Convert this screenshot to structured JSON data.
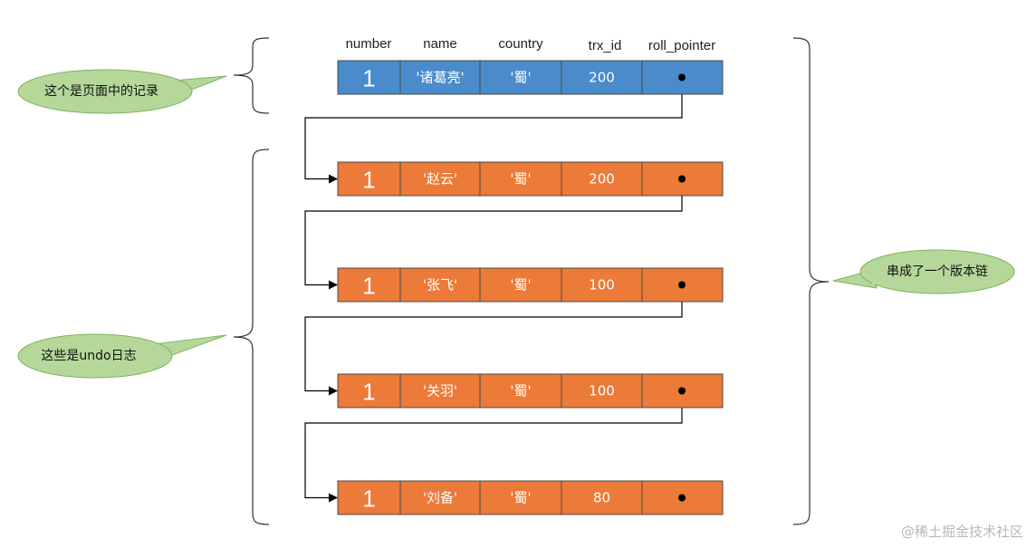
{
  "headers": [
    "number",
    "name",
    "country",
    "trx_id",
    "roll_pointer"
  ],
  "colors": {
    "current": "#4A8CCB",
    "undo": "#EC7A38",
    "callout_fill": "#B5D89A",
    "callout_stroke": "#7FB25E"
  },
  "records": [
    {
      "kind": "current",
      "number": "1",
      "name": "'诸葛亮'",
      "country": "'蜀'",
      "trx_id": "200"
    },
    {
      "kind": "undo",
      "number": "1",
      "name": "'赵云'",
      "country": "'蜀'",
      "trx_id": "200"
    },
    {
      "kind": "undo",
      "number": "1",
      "name": "'张飞'",
      "country": "'蜀'",
      "trx_id": "100"
    },
    {
      "kind": "undo",
      "number": "1",
      "name": "'关羽'",
      "country": "'蜀'",
      "trx_id": "100"
    },
    {
      "kind": "undo",
      "number": "1",
      "name": "'刘备'",
      "country": "'蜀'",
      "trx_id": "80"
    }
  ],
  "callouts": {
    "page_record": "这个是页面中的记录",
    "undo_log": "这些是undo日志",
    "version_chain": "串成了一个版本链"
  },
  "watermark": "@稀土掘金技术社区"
}
